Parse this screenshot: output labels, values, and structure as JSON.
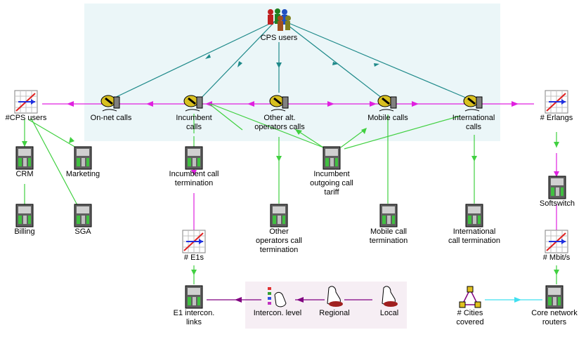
{
  "nodes": {
    "cps_users": "CPS users",
    "on_net_calls": "On-net calls",
    "incumbent_calls": "Incumbent\ncalls",
    "other_alt_calls": "Other alt.\noperators calls",
    "mobile_calls": "Mobile calls",
    "international_calls": "International\ncalls",
    "n_cps_users": "#CPS users",
    "n_erlangs": "# Erlangs",
    "crm": "CRM",
    "marketing": "Marketing",
    "billing": "Billing",
    "sga": "SGA",
    "incumbent_call_termination": "Incumbent call\ntermination",
    "incumbent_outgoing_tariff": "Incumbent\noutgoing call\ntariff",
    "other_operators_termination": "Other\noperators call\ntermination",
    "mobile_call_termination": "Mobile call\ntermination",
    "international_call_termination": "International\ncall termination",
    "softswitch": "Softswitch",
    "n_mbits": "# Mbit/s",
    "n_e1s": "# E1s",
    "e1_intercon_links": "E1 intercon.\nlinks",
    "intercon_level": "Intercon. level",
    "regional": "Regional",
    "local": "Local",
    "n_cities": "# Cities\ncovered",
    "core_routers": "Core network\nrouters"
  },
  "colors": {
    "teal_link": "#1f8a8a",
    "magenta_link": "#e020e0",
    "green_link": "#40d040",
    "purple_link": "#800080",
    "cyan_link": "#40e0f0",
    "cps_panel": "#ebf6f8",
    "intercon_panel": "#f6eef4"
  }
}
